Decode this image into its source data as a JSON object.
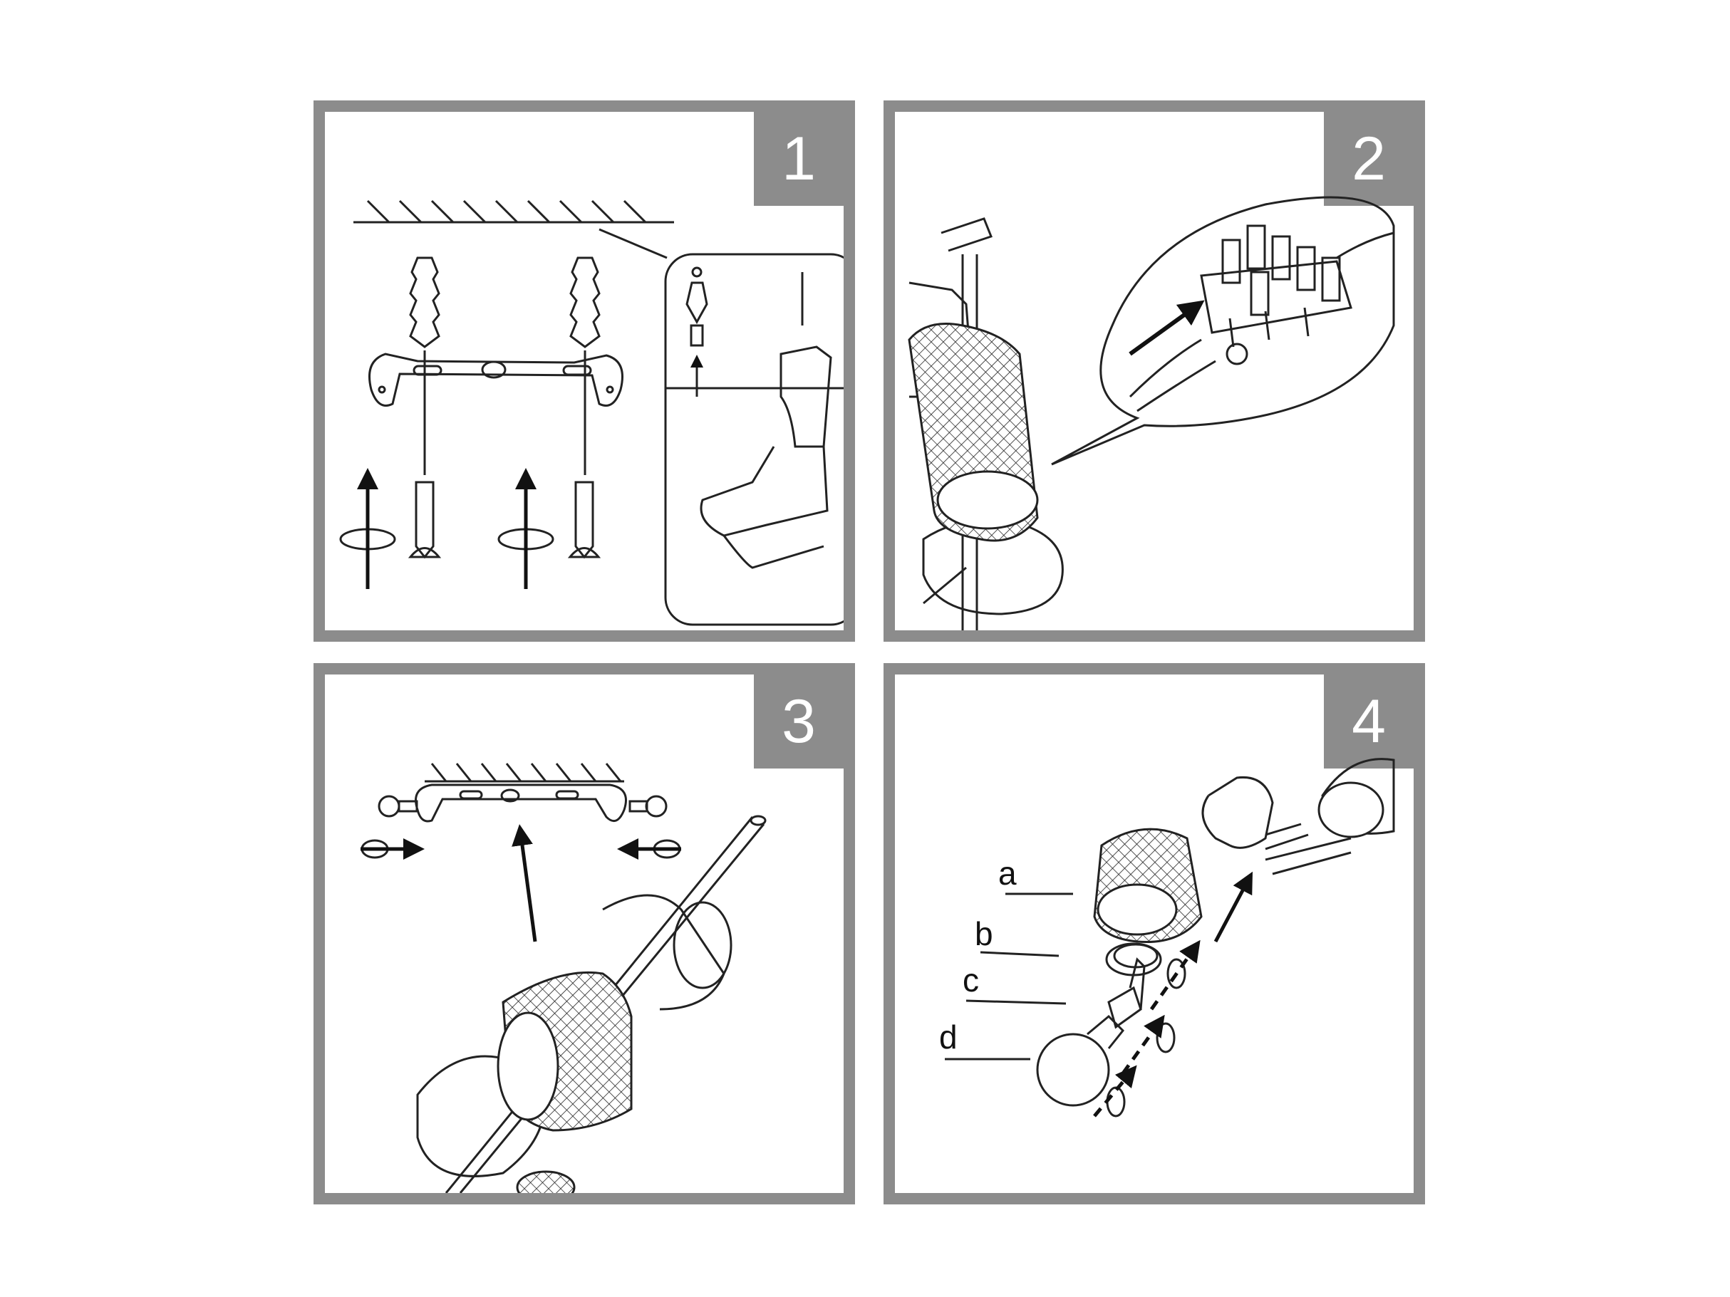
{
  "steps": [
    {
      "number": "1"
    },
    {
      "number": "2"
    },
    {
      "number": "3"
    },
    {
      "number": "4"
    }
  ],
  "parts": {
    "a": "a",
    "b": "b",
    "c": "c",
    "d": "d"
  },
  "colors": {
    "frame": "#8c8c8c",
    "line": "#222222",
    "background": "#ffffff"
  }
}
